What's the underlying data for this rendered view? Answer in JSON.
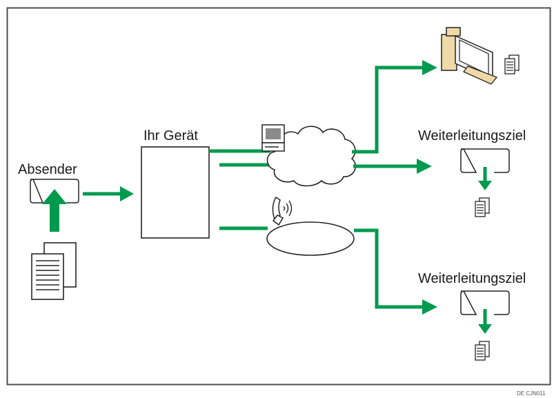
{
  "labels": {
    "sender": "Absender",
    "device": "Ihr Gerät",
    "forward_target_1": "Weiterleitungsziel",
    "forward_target_2": "Weiterleitungsziel",
    "figure_code": "DE CJN011"
  },
  "colors": {
    "arrow": "#009a4e",
    "frame": "#4d4d4d",
    "outline": "#222222",
    "computer_body": "#f0d9a8"
  },
  "icons": [
    "document-stack-icon",
    "fax-machine-icon",
    "computer-icon",
    "phone-icon",
    "cloud-icon",
    "document-icon"
  ]
}
